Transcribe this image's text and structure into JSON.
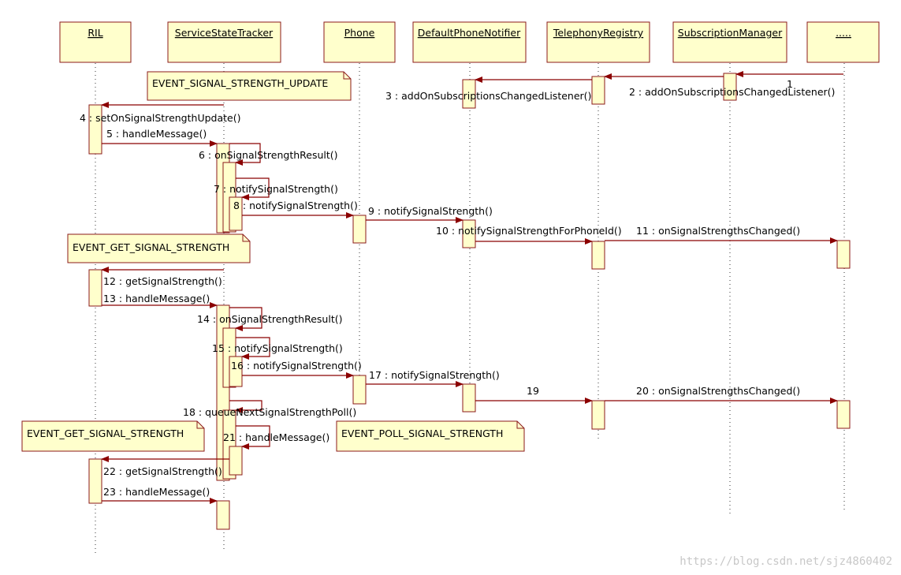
{
  "colors": {
    "box_fill": "#ffffcc",
    "box_stroke": "#8b1a1a",
    "arrow": "#8b0000",
    "lifeline": "#333333",
    "text": "#000000"
  },
  "lifelines": [
    {
      "id": "ril",
      "name": "RIL"
    },
    {
      "id": "sst",
      "name": "ServiceStateTracker"
    },
    {
      "id": "phone",
      "name": "Phone"
    },
    {
      "id": "dpn",
      "name": "DefaultPhoneNotifier"
    },
    {
      "id": "treg",
      "name": "TelephonyRegistry"
    },
    {
      "id": "subm",
      "name": "SubscriptionManager"
    },
    {
      "id": "dots",
      "name": "....."
    }
  ],
  "notes": [
    {
      "id": "note-event-signal-strength-update",
      "text": "EVENT_SIGNAL_STRENGTH_UPDATE"
    },
    {
      "id": "note-event-get-signal-strength-1",
      "text": "EVENT_GET_SIGNAL_STRENGTH"
    },
    {
      "id": "note-event-get-signal-strength-2",
      "text": "EVENT_GET_SIGNAL_STRENGTH"
    },
    {
      "id": "note-event-poll-signal-strength",
      "text": "EVENT_POLL_SIGNAL_STRENGTH"
    }
  ],
  "messages": [
    {
      "n": 1,
      "label": "1"
    },
    {
      "n": 2,
      "label": "2 : addOnSubscriptionsChangedListener()"
    },
    {
      "n": 3,
      "label": "3 : addOnSubscriptionsChangedListener()"
    },
    {
      "n": 4,
      "label": "4 : setOnSignalStrengthUpdate()"
    },
    {
      "n": 5,
      "label": "5 : handleMessage()"
    },
    {
      "n": 6,
      "label": "6 : onSignalStrengthResult()"
    },
    {
      "n": 7,
      "label": "7 : notifySignalStrength()"
    },
    {
      "n": 8,
      "label": "8 : notifySignalStrength()"
    },
    {
      "n": 9,
      "label": "9 : notifySignalStrength()"
    },
    {
      "n": 10,
      "label": "10 : notifySignalStrengthForPhoneId()"
    },
    {
      "n": 11,
      "label": "11 : onSignalStrengthsChanged()"
    },
    {
      "n": 12,
      "label": "12 : getSignalStrength()"
    },
    {
      "n": 13,
      "label": "13 : handleMessage()"
    },
    {
      "n": 14,
      "label": "14 : onSignalStrengthResult()"
    },
    {
      "n": 15,
      "label": "15 : notifySignalStrength()"
    },
    {
      "n": 16,
      "label": "16 : notifySignalStrength()"
    },
    {
      "n": 17,
      "label": "17 : notifySignalStrength()"
    },
    {
      "n": 18,
      "label": "18 : queueNextSignalStrengthPoll()"
    },
    {
      "n": 19,
      "label": "19"
    },
    {
      "n": 20,
      "label": "20 : onSignalStrengthsChanged()"
    },
    {
      "n": 21,
      "label": "21 : handleMessage()"
    },
    {
      "n": 22,
      "label": "22 : getSignalStrength()"
    },
    {
      "n": 23,
      "label": "23 : handleMessage()"
    }
  ],
  "watermark": "https://blog.csdn.net/sjz4860402"
}
